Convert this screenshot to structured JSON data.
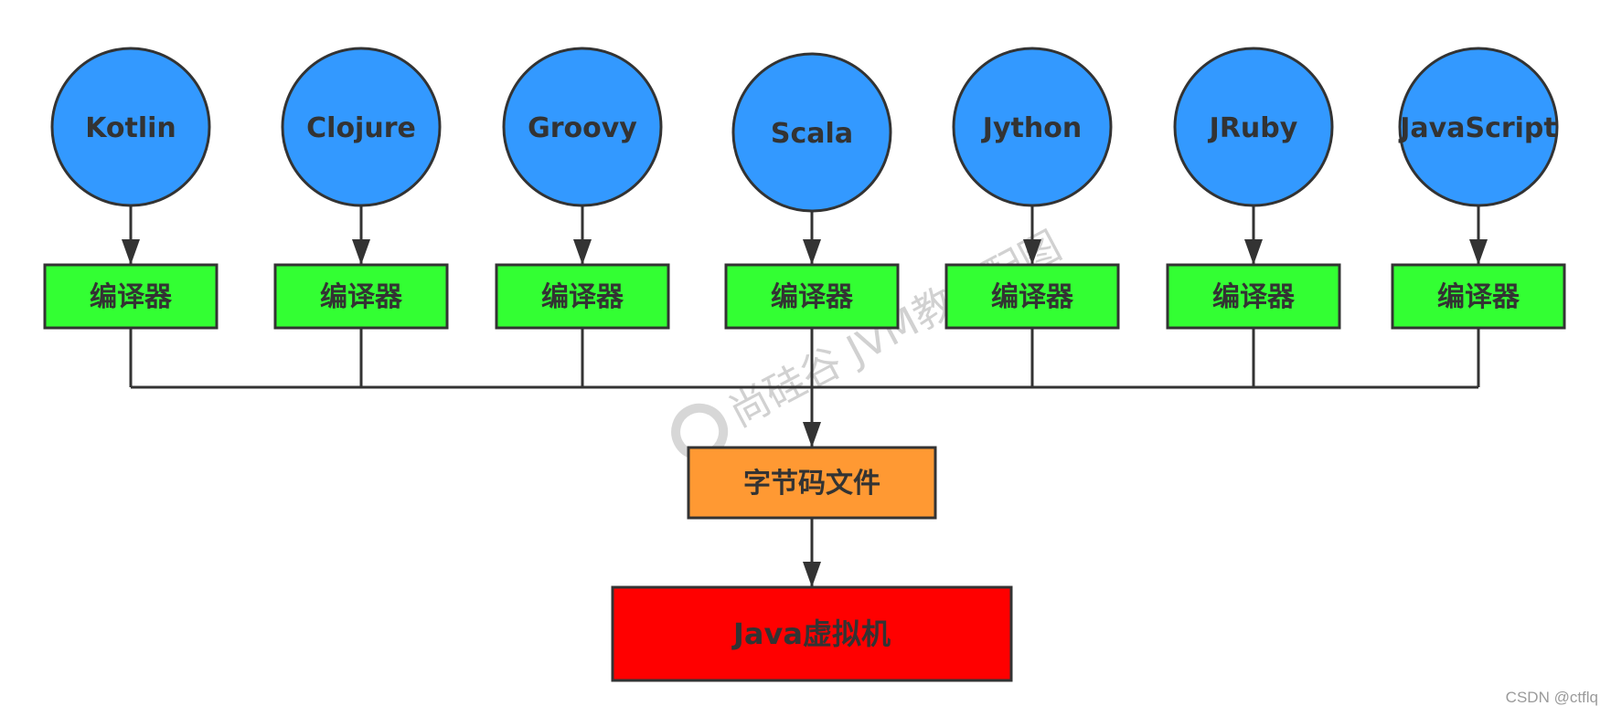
{
  "diagram": {
    "languages": [
      {
        "label": "Kotlin"
      },
      {
        "label": "Clojure"
      },
      {
        "label": "Groovy"
      },
      {
        "label": "Scala"
      },
      {
        "label": "Jython"
      },
      {
        "label": "JRuby"
      },
      {
        "label": "JavaScript"
      }
    ],
    "compiler_label": "编译器",
    "bytecode_label": "字节码文件",
    "jvm_label": "Java虚拟机"
  },
  "colors": {
    "language_node": "#3399ff",
    "compiler_node": "#33ff33",
    "bytecode_node": "#ff9933",
    "jvm_node": "#ff0000",
    "stroke": "#333333"
  },
  "watermark": "尚硅谷 JVM教程配图",
  "credit": "CSDN @ctflq"
}
